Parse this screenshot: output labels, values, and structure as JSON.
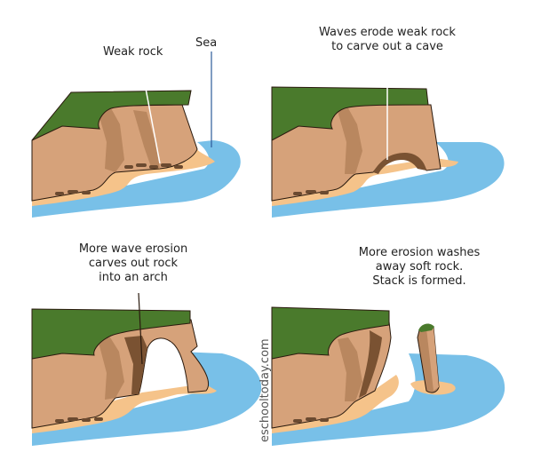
{
  "panels": [
    {
      "labels": {
        "weak_rock": "Weak rock",
        "sea": "Sea"
      }
    },
    {
      "caption": [
        "Waves erode weak rock",
        "to carve out a cave"
      ]
    },
    {
      "caption": [
        "More wave erosion",
        "carves out rock",
        "into an arch"
      ]
    },
    {
      "caption": [
        "More erosion washes",
        "away soft rock.",
        "Stack is formed."
      ]
    }
  ],
  "watermark": "eschooltoday.com",
  "colors": {
    "grass": "#4a7a2c",
    "cliff_light": "#d6a27a",
    "cliff_mid": "#b9875f",
    "cliff_dark": "#7a5232",
    "sand": "#f5c38a",
    "sea": "#78c0e8",
    "rubble": "#6b4a30",
    "outline": "#2a1a0e"
  },
  "icons": []
}
